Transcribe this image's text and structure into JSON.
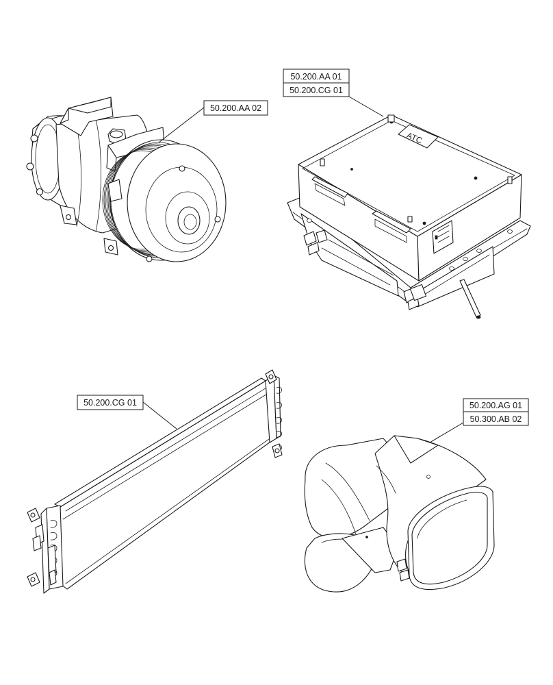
{
  "labels": {
    "compressor": "50.200.AA 02",
    "hvac_unit_top": "50.200.AA 01",
    "hvac_unit_bottom": "50.200.CG 01",
    "condenser": "50.200.CG 01",
    "blower_top": "50.200.AG 01",
    "blower_bottom": "50.300.AB 02"
  },
  "hvac_unit_marking": "ATC"
}
